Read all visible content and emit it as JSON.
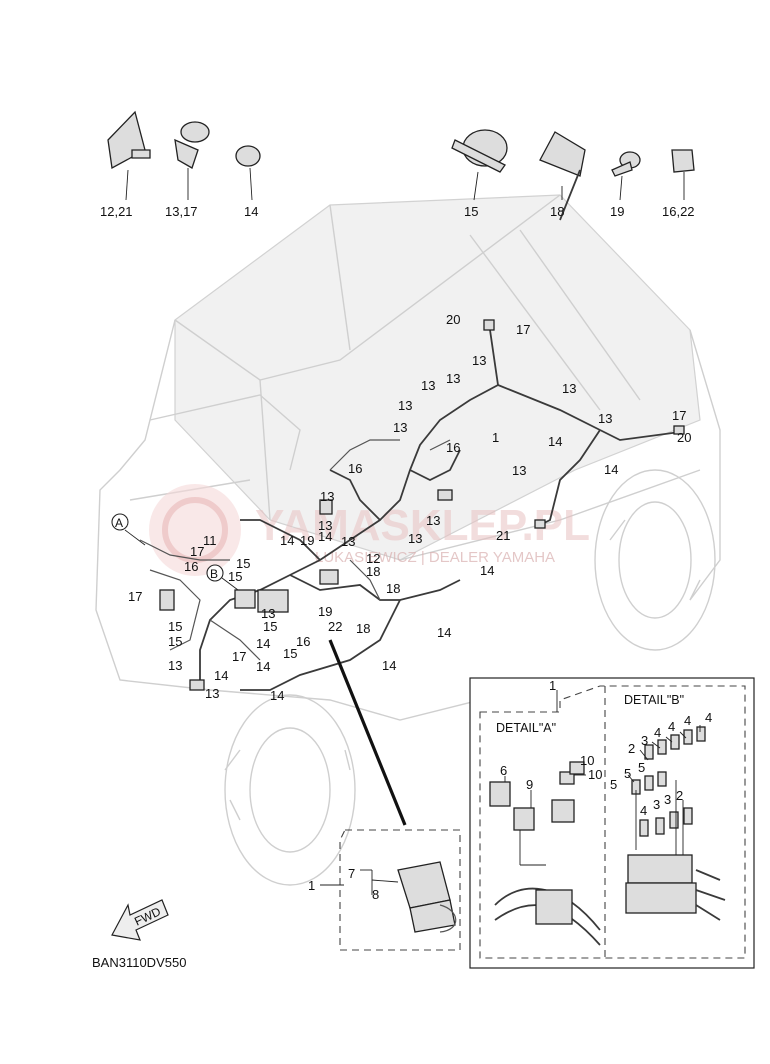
{
  "diagram_code": "BAN3110DV550",
  "fwd_arrow_label": "FWD",
  "watermark": {
    "brand": "YAMASKLEP.PL",
    "sub": "ŁUKASIEWICZ | DEALER YAMAHA"
  },
  "top_clamps": [
    {
      "id": "clamp-12-21",
      "label": "12,21"
    },
    {
      "id": "clamp-13-17",
      "label": "13,17"
    },
    {
      "id": "clamp-14",
      "label": "14"
    },
    {
      "id": "clamp-15",
      "label": "15"
    },
    {
      "id": "clamp-18",
      "label": "18"
    },
    {
      "id": "clamp-19",
      "label": "19"
    },
    {
      "id": "clamp-16-22",
      "label": "16,22"
    }
  ],
  "callouts": {
    "main": [
      "20",
      "17",
      "13",
      "13",
      "13",
      "13",
      "13",
      "13",
      "1",
      "13",
      "17",
      "13",
      "20",
      "16",
      "14",
      "16",
      "13",
      "14",
      "13",
      "21",
      "13",
      "13",
      "11",
      "14",
      "19",
      "14",
      "13",
      "12",
      "17",
      "15",
      "18",
      "16",
      "15",
      "18",
      "17",
      "19",
      "22",
      "18",
      "15",
      "15",
      "13",
      "16",
      "15",
      "15",
      "13",
      "17",
      "14",
      "14",
      "14",
      "14",
      "13",
      "14",
      "14",
      "14"
    ],
    "circle_markers": [
      "A",
      "B"
    ],
    "inset_relay": [
      "1",
      "7",
      "8"
    ],
    "detail_panel_ref": "1"
  },
  "detail_a": {
    "title": "DETAIL\"A\"",
    "labels": [
      "6",
      "9",
      "10",
      "10"
    ]
  },
  "detail_b": {
    "title": "DETAIL\"B\"",
    "labels": [
      "2",
      "3",
      "4",
      "4",
      "4",
      "4",
      "5",
      "5",
      "5",
      "3",
      "3",
      "4",
      "2"
    ]
  }
}
